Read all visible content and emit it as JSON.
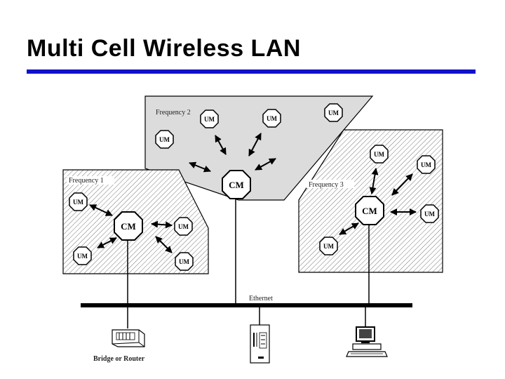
{
  "slide": {
    "title": "Multi Cell Wireless LAN",
    "accent_color": "#1111cc"
  },
  "cells": {
    "freq1": {
      "label": "Frequency 1",
      "cm": "CM",
      "ums": [
        "UM",
        "UM",
        "UM",
        "UM"
      ]
    },
    "freq2": {
      "label": "Frequency 2",
      "cm": "CM",
      "ums": [
        "UM",
        "UM",
        "UM",
        "UM"
      ]
    },
    "freq3": {
      "label": "Frequency 3",
      "cm": "CM",
      "ums": [
        "UM",
        "UM",
        "UM",
        "UM"
      ]
    }
  },
  "network": {
    "backbone_label": "Ethernet",
    "devices": [
      {
        "label": "Bridge or Router",
        "icon": "router-icon"
      },
      {
        "label": "",
        "icon": "server-icon"
      },
      {
        "label": "",
        "icon": "workstation-icon"
      }
    ]
  }
}
